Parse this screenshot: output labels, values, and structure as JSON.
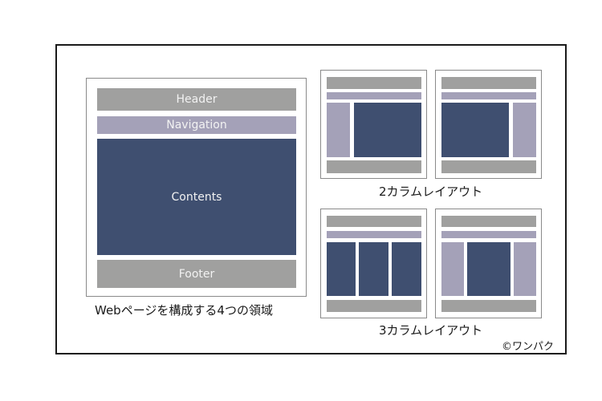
{
  "diagram": {
    "main_layout": {
      "header": "Header",
      "navigation": "Navigation",
      "contents": "Contents",
      "footer": "Footer",
      "caption": "Webページを構成する4つの領域"
    },
    "two_column_caption": "2カラムレイアウト",
    "three_column_caption": "3カラムレイアウト",
    "credit": "©ワンパク"
  },
  "colors": {
    "header_footer": "#a0a09f",
    "navigation_sidebar": "#a4a1b8",
    "contents": "#3f4f70",
    "border": "#1a1a1a"
  }
}
